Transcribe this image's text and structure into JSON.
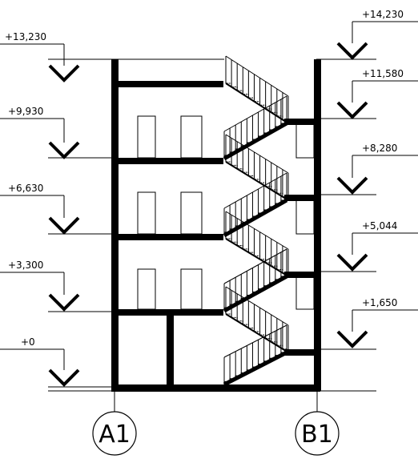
{
  "levels_left": [
    "+13,230",
    "+9,930",
    "+6,630",
    "+3,300",
    "+0"
  ],
  "levels_right": [
    "+14,230",
    "+11,580",
    "+8,280",
    "+5,044",
    "+1,650"
  ],
  "axes": [
    "A1",
    "B1"
  ]
}
